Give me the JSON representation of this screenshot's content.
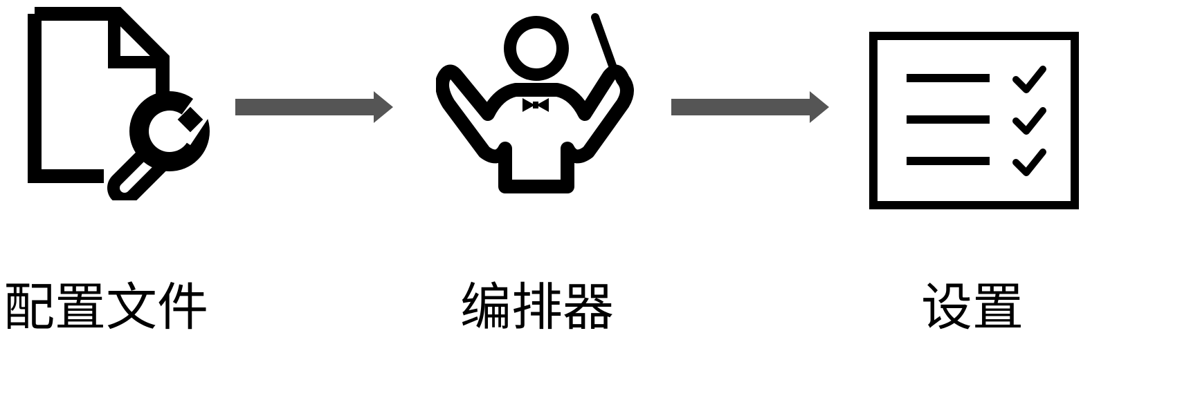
{
  "colors": {
    "icon": "#000000",
    "arrow": "#555555",
    "background": "#ffffff"
  },
  "nodes": [
    {
      "icon": "file-wrench-icon",
      "label": "配置文件"
    },
    {
      "icon": "conductor-icon",
      "label": "编排器"
    },
    {
      "icon": "checklist-icon",
      "label": "设置"
    }
  ],
  "edges": [
    {
      "from": 0,
      "to": 1
    },
    {
      "from": 1,
      "to": 2
    }
  ]
}
